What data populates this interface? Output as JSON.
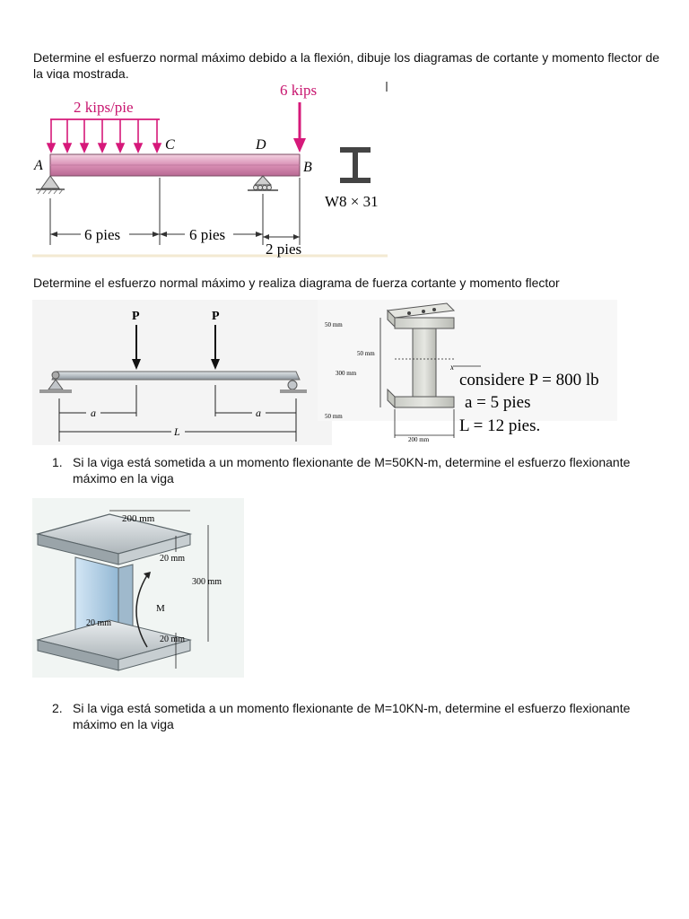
{
  "problem1": {
    "text": "Determine el esfuerzo normal máximo debido a la flexión, dibuje los diagramas de cortante y momento flector de la viga mostrada.",
    "figure": {
      "load_label": "6 kips",
      "dist_label": "2 kips/pie",
      "point_A": "A",
      "point_B": "B",
      "point_C": "C",
      "point_D": "D",
      "section": "W8 × 31",
      "dim1": "6 pies",
      "dim2": "6 pies",
      "dim3": "2 pies"
    }
  },
  "problem2": {
    "text": "Determine el esfuerzo normal máximo y realiza diagrama de fuerza cortante y momento flector",
    "figure": {
      "load1": "P",
      "load2": "P",
      "dim_a1": "a",
      "dim_a2": "a",
      "dim_L": "L",
      "sec_top": "50 mm",
      "sec_web": "50 mm",
      "sec_height": "300 mm",
      "sec_bot": "50 mm",
      "sec_width": "200 mm",
      "axis_x": "x",
      "given_line1": "considere P = 800 lb",
      "given_line2": "a = 5 pies",
      "given_line3": "L = 12 pies."
    }
  },
  "list": [
    {
      "num": "1.",
      "text": "Si la viga está sometida a un momento flexionante de M=50KN-m, determine el esfuerzo flexionante máximo en la viga"
    },
    {
      "num": "2.",
      "text": "Si la viga está sometida a un momento flexionante de M=10KN-m, determine el esfuerzo flexionante máximo en la viga"
    }
  ],
  "figure3": {
    "width": "200 mm",
    "flange_top": "20 mm",
    "height": "300 mm",
    "moment": "M",
    "web": "20 mm",
    "flange_bot": "20 mm"
  }
}
